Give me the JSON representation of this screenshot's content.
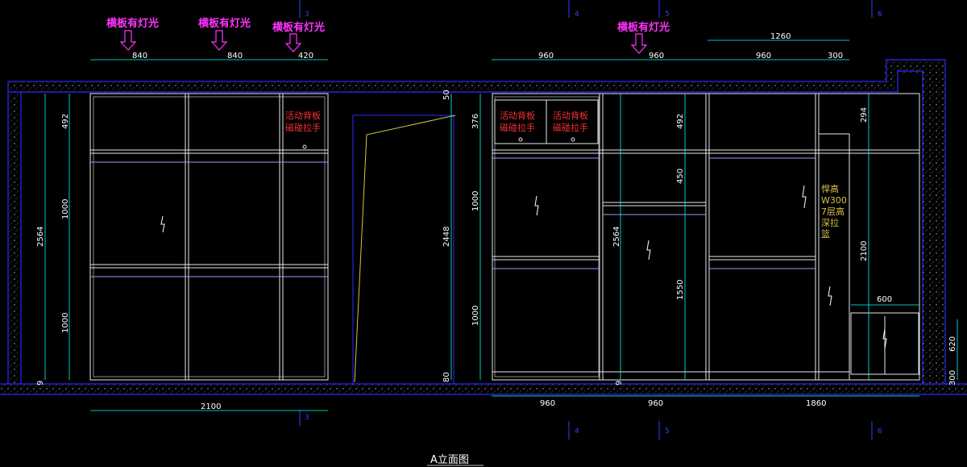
{
  "drawing_title": "A立面图",
  "colors": {
    "background": "#000000",
    "wall_outline": "#2a2aff",
    "cabinet": "#e8e8e8",
    "dimension": "#00ffff",
    "annotation_magenta": "#ff33ff",
    "annotation_red": "#ff3030",
    "annotation_yellow": "#d8c44a"
  },
  "light_notes": [
    "横板有灯光",
    "横板有灯光",
    "横板有灯光",
    "横板有灯光"
  ],
  "red_notes": [
    [
      "活动背板",
      "磁碰拉手"
    ],
    [
      "活动背板",
      "磁碰拉手"
    ],
    [
      "活动背板",
      "磁碰拉手"
    ]
  ],
  "yellow_note": [
    "悍高",
    "W300",
    "7层高",
    "深拉",
    "篮"
  ],
  "top_dims": [
    "840",
    "840",
    "420",
    "960",
    "960",
    "960",
    "300",
    "1260"
  ],
  "bottom_dims": [
    "2100",
    "960",
    "960",
    "1860"
  ],
  "left_vert_dims": [
    "2564",
    "492",
    "1000",
    "1000",
    "9"
  ],
  "mid_vert_dims": [
    "2448",
    "50",
    "80"
  ],
  "right_vert_dims": [
    "376",
    "1000",
    "1000",
    "2564",
    "492",
    "450",
    "1550",
    "294",
    "2100",
    "620",
    "300",
    "600",
    "9"
  ],
  "axis_labels": [
    "3",
    "4",
    "5",
    "6",
    "3",
    "4",
    "5",
    "6"
  ]
}
